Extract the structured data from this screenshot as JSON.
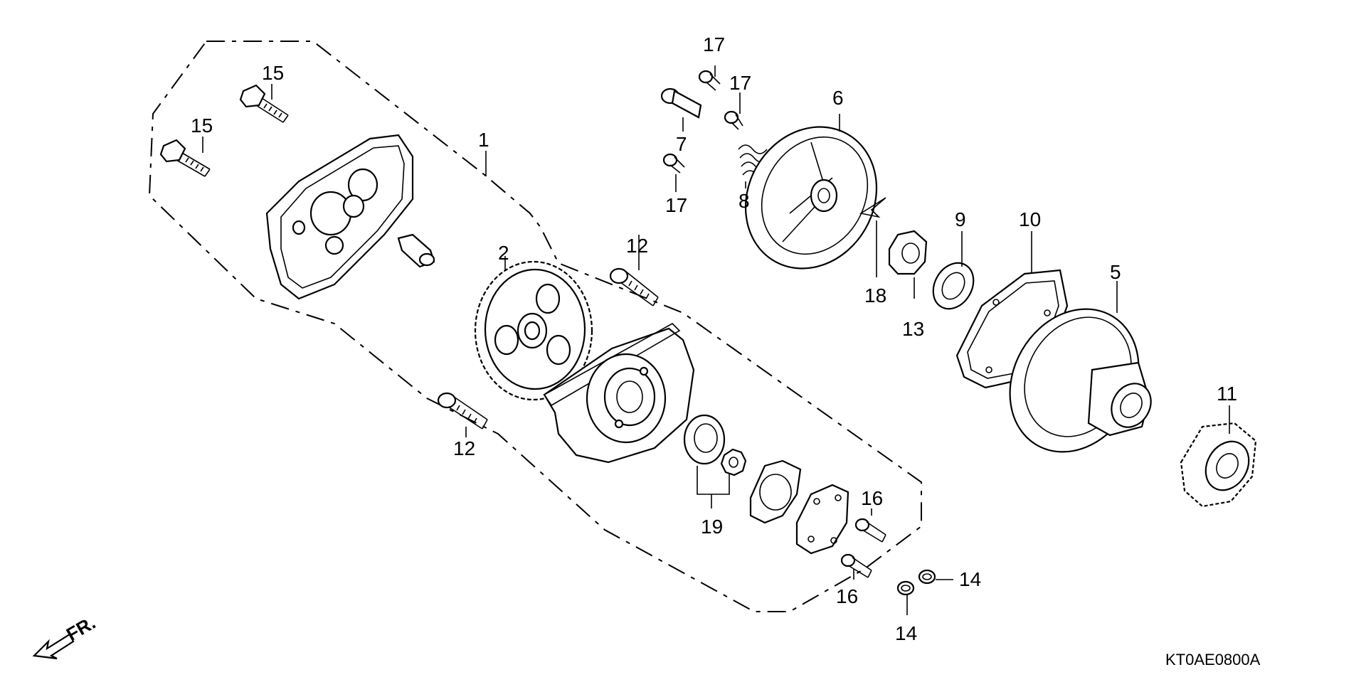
{
  "diagram_code": "KT0AE0800A",
  "direction_label": "FR.",
  "callouts": {
    "c1": "1",
    "c2": "2",
    "c5": "5",
    "c6": "6",
    "c7": "7",
    "c8": "8",
    "c9": "9",
    "c10": "10",
    "c11": "11",
    "c12a": "12",
    "c12b": "12",
    "c13": "13",
    "c14a": "14",
    "c14b": "14",
    "c15a": "15",
    "c15b": "15",
    "c16a": "16",
    "c16b": "16",
    "c17a": "17",
    "c17b": "17",
    "c17c": "17",
    "c18": "18",
    "c19": "19"
  }
}
